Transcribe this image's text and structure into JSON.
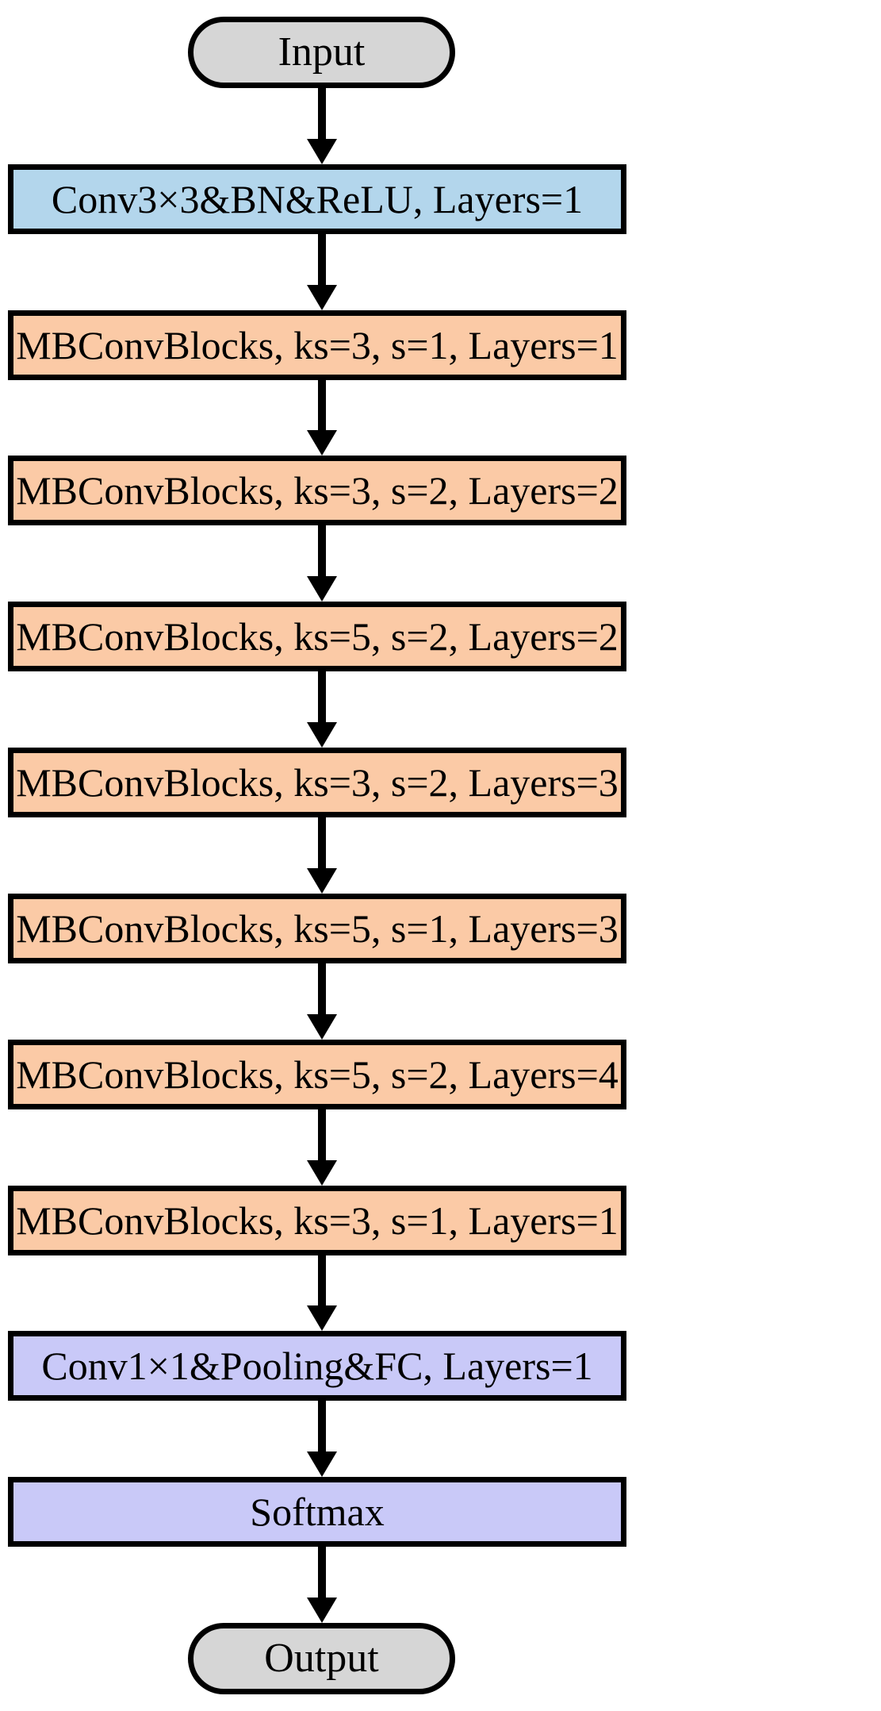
{
  "diagram": {
    "title": "EfficientNet-style network architecture flowchart",
    "orientation": "top-to-bottom",
    "colors": {
      "terminal_fill": "#d6d6d6",
      "stem_fill": "#b3d6ec",
      "mbconv_fill": "#fbcaa6",
      "head_fill": "#c9c9f8",
      "stroke": "#000000",
      "background": "#ffffff"
    },
    "nodes": [
      {
        "id": "input",
        "label": "Input",
        "shape": "rounded-rect",
        "fill": "#d6d6d6"
      },
      {
        "id": "stem",
        "label": "Conv3×3&BN&ReLU, Layers=1",
        "shape": "rect",
        "fill": "#b3d6ec"
      },
      {
        "id": "mb1",
        "label": "MBConvBlocks, ks=3, s=1, Layers=1",
        "shape": "rect",
        "fill": "#fbcaa6"
      },
      {
        "id": "mb2",
        "label": "MBConvBlocks, ks=3, s=2, Layers=2",
        "shape": "rect",
        "fill": "#fbcaa6"
      },
      {
        "id": "mb3",
        "label": "MBConvBlocks, ks=5, s=2, Layers=2",
        "shape": "rect",
        "fill": "#fbcaa6"
      },
      {
        "id": "mb4",
        "label": "MBConvBlocks, ks=3, s=2, Layers=3",
        "shape": "rect",
        "fill": "#fbcaa6"
      },
      {
        "id": "mb5",
        "label": "MBConvBlocks, ks=5, s=1, Layers=3",
        "shape": "rect",
        "fill": "#fbcaa6"
      },
      {
        "id": "mb6",
        "label": "MBConvBlocks, ks=5, s=2, Layers=4",
        "shape": "rect",
        "fill": "#fbcaa6"
      },
      {
        "id": "mb7",
        "label": "MBConvBlocks, ks=3, s=1, Layers=1",
        "shape": "rect",
        "fill": "#fbcaa6"
      },
      {
        "id": "head",
        "label": "Conv1×1&Pooling&FC, Layers=1",
        "shape": "rect",
        "fill": "#c9c9f8"
      },
      {
        "id": "softmax",
        "label": "Softmax",
        "shape": "rect",
        "fill": "#c9c9f8"
      },
      {
        "id": "output",
        "label": "Output",
        "shape": "rounded-rect",
        "fill": "#d6d6d6"
      }
    ],
    "edges": [
      {
        "from": "input",
        "to": "stem"
      },
      {
        "from": "stem",
        "to": "mb1"
      },
      {
        "from": "mb1",
        "to": "mb2"
      },
      {
        "from": "mb2",
        "to": "mb3"
      },
      {
        "from": "mb3",
        "to": "mb4"
      },
      {
        "from": "mb4",
        "to": "mb5"
      },
      {
        "from": "mb5",
        "to": "mb6"
      },
      {
        "from": "mb6",
        "to": "mb7"
      },
      {
        "from": "mb7",
        "to": "head"
      },
      {
        "from": "head",
        "to": "softmax"
      },
      {
        "from": "softmax",
        "to": "output"
      }
    ]
  }
}
